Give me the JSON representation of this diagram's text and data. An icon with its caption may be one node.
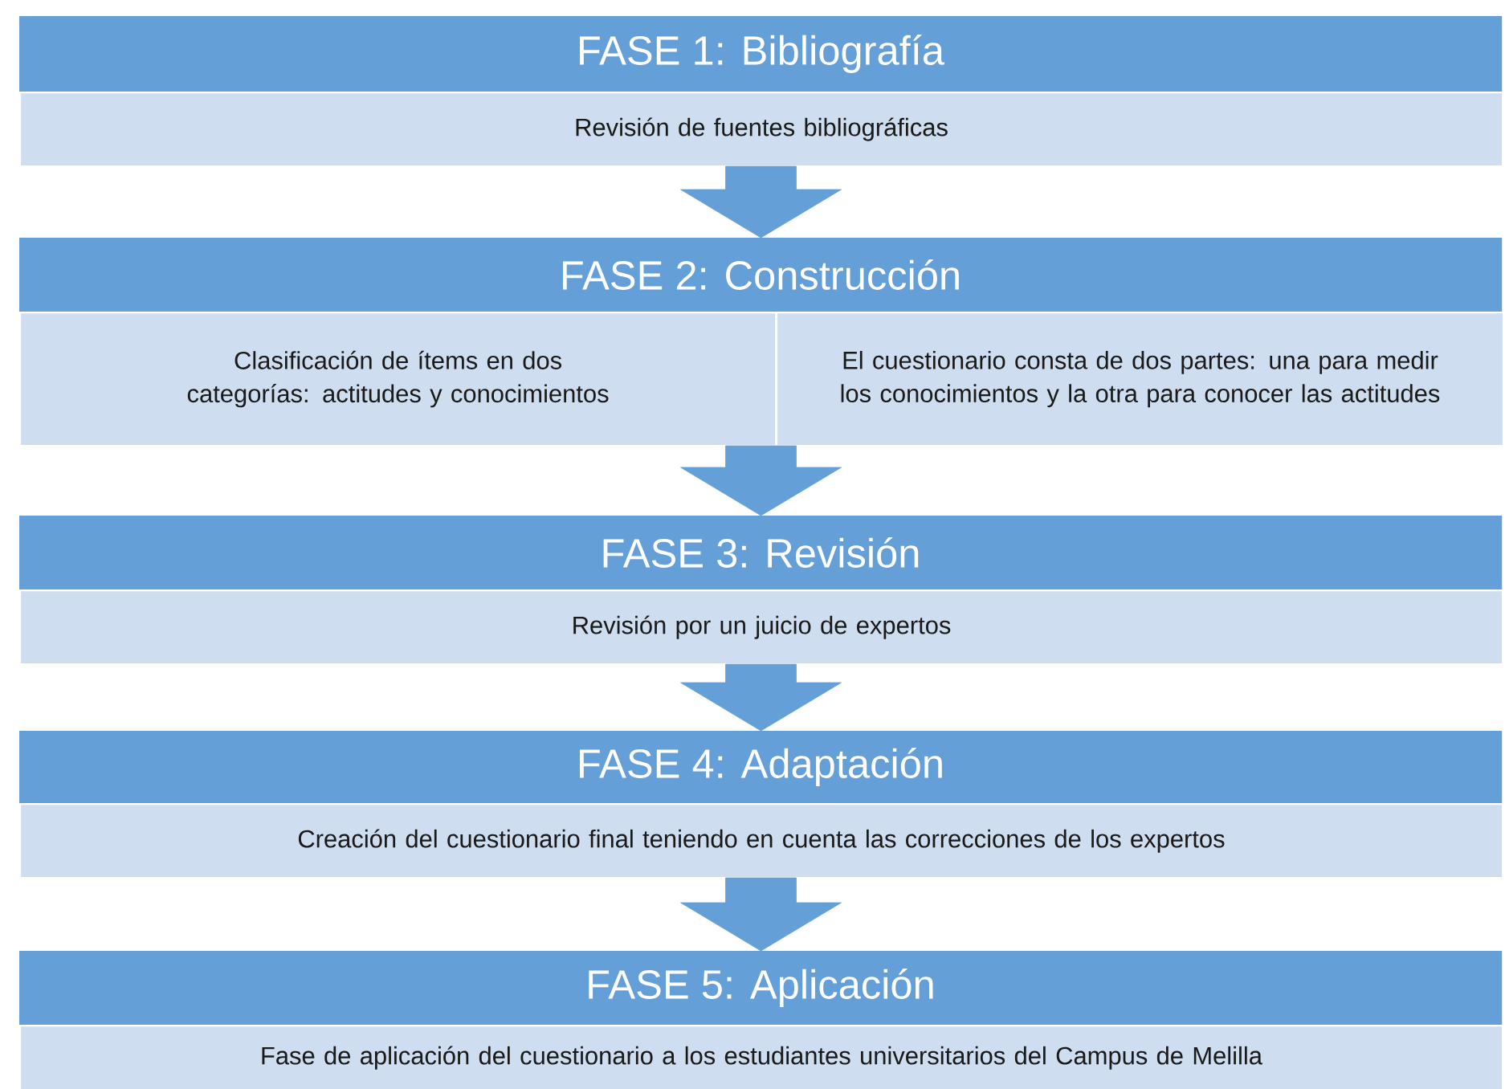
{
  "diagram": {
    "nodes": [
      {
        "text": [
          "FASE 1: Bibliografía"
        ]
      },
      {
        "text": [
          "Revisión de fuentes bibliográficas"
        ],
        "in": 0
      },
      {
        "text": [
          "FASE 2: Construcción"
        ]
      },
      {
        "text": [
          "Clasificación de ítems en dos categorías: actitudes y conocimientos"
        ],
        "in": 2
      },
      {
        "text": [
          "El cuestionario consta de dos partes: una para medir los conocimientos y la otra para conocer las actitudes"
        ],
        "in": 2
      },
      {
        "text": [
          "FASE 3: Revisión"
        ]
      },
      {
        "text": [
          "Revisión por un juicio de expertos"
        ],
        "in": 5
      },
      {
        "text": [
          "FASE 4: Adaptación"
        ]
      },
      {
        "text": [
          "Creación del cuestionario final teniendo en cuenta las correcciones de los expertos"
        ],
        "in": 7
      },
      {
        "text": [
          "FASE 5: Aplicación"
        ]
      },
      {
        "text": [
          "Fase de aplicación del cuestionario a los estudiantes universitarios del Campus de Melilla"
        ],
        "in": 9
      }
    ],
    "edges": [
      {
        "from": 0,
        "to": 2,
        "arrow": "to"
      },
      {
        "from": 2,
        "to": 5,
        "arrow": "to"
      },
      {
        "from": 5,
        "to": 7,
        "arrow": "to"
      },
      {
        "from": 7,
        "to": 9,
        "arrow": "to"
      }
    ]
  }
}
